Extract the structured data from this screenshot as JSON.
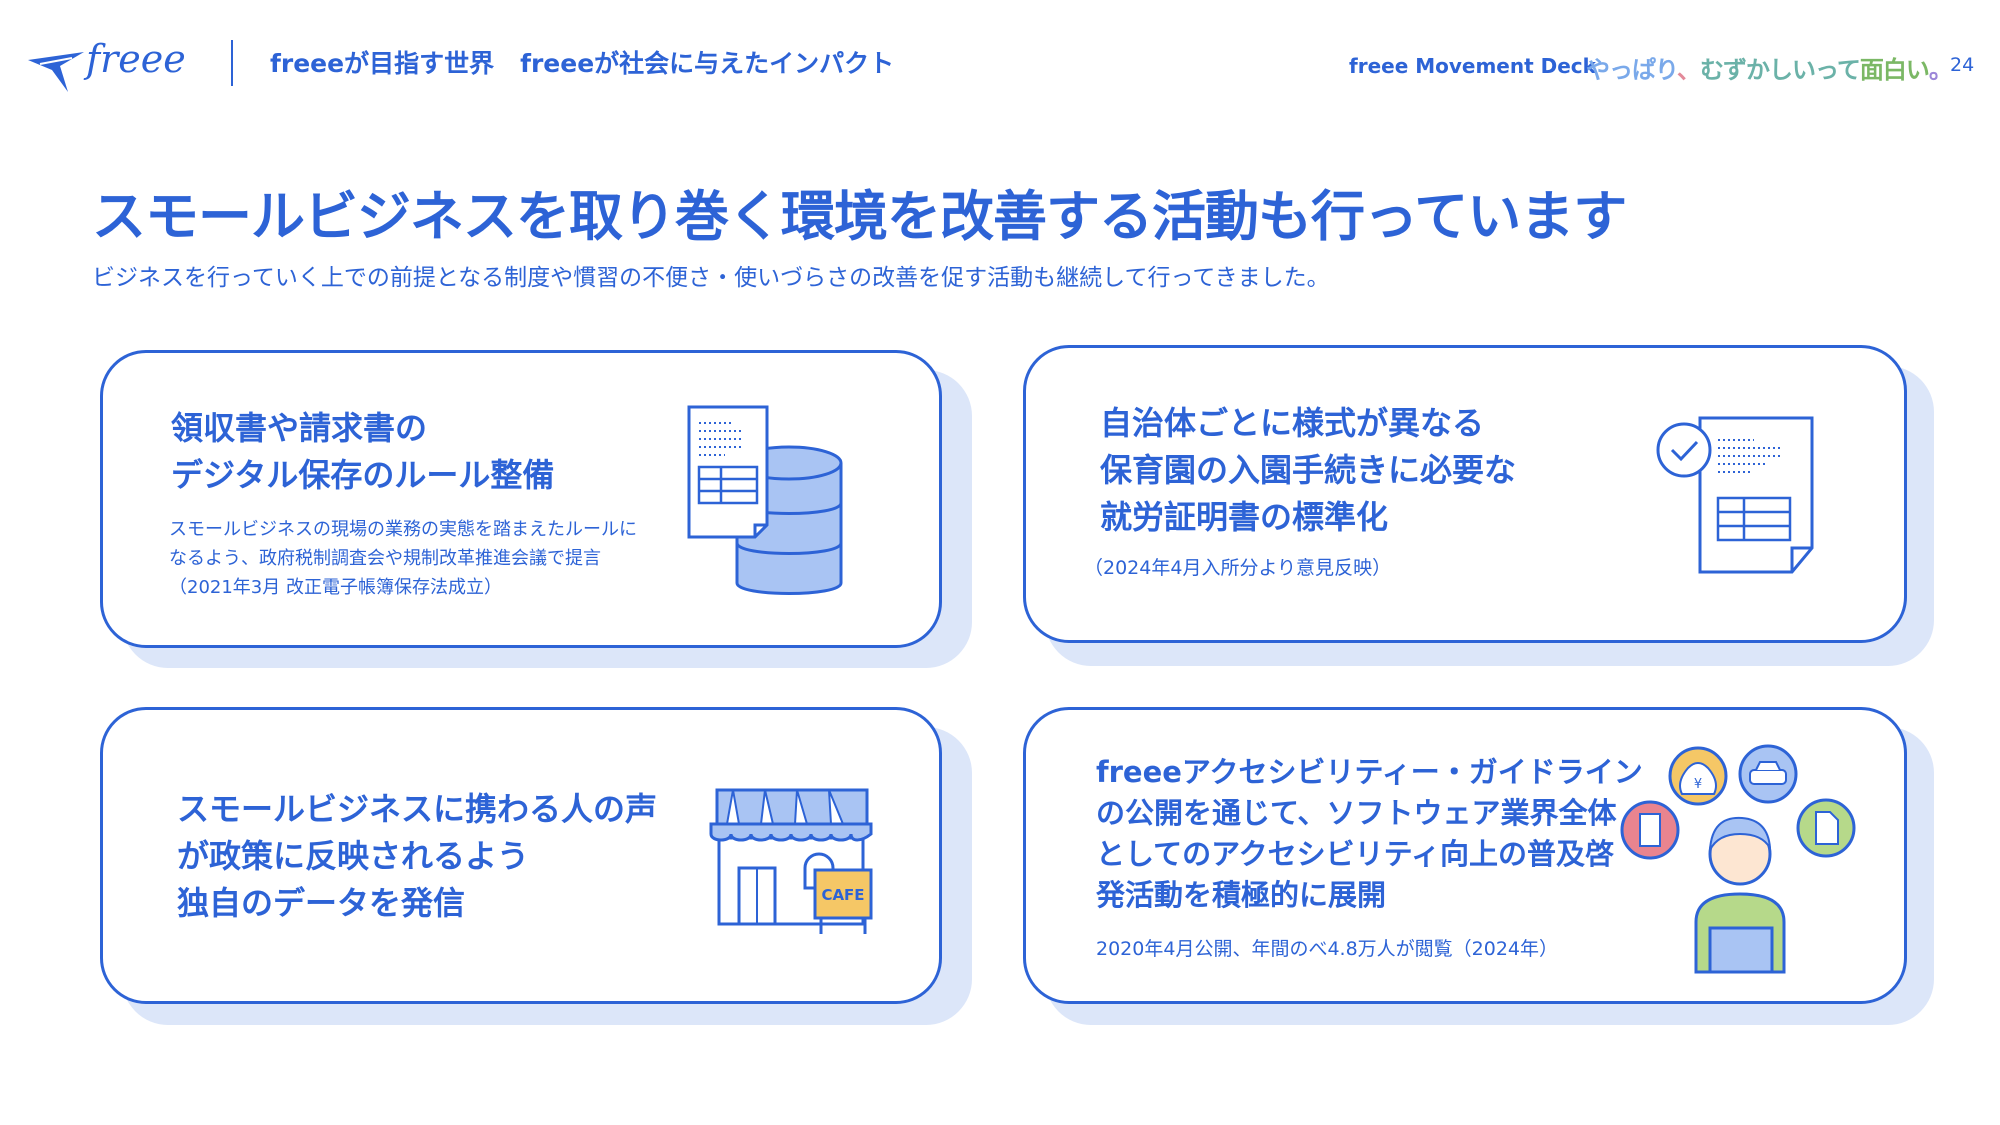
{
  "header": {
    "logo_text": "freee",
    "breadcrumb": [
      "freeeが目指す世界",
      "freeeが社会に与えたインパクト"
    ],
    "deck_name": "freee Movement Deck",
    "tagline": [
      "やっぱり",
      "、",
      "むずかしいって",
      "面白い",
      "。"
    ],
    "page_number": "24"
  },
  "main": {
    "title": "スモールビジネスを取り巻く環境を改善する活動も行っています",
    "subtitle": "ビジネスを行っていく上での前提となる制度や慣習の不便さ・使いづらさの改善を促す活動も継続して行ってきました。"
  },
  "cards": [
    {
      "title_lines": [
        "領収書や請求書の",
        "デジタル保存のルール整備"
      ],
      "body_lines": [
        "スモールビジネスの現場の業務の実態を踏まえたルールに",
        "なるよう、政府税制調査会や規制改革推進会議で提言",
        "（2021年3月 改正電子帳簿保存法成立）"
      ],
      "icon": "document-database-icon"
    },
    {
      "title_lines": [
        "自治体ごとに様式が異なる",
        "保育園の入園手続きに必要な",
        "就労証明書の標準化"
      ],
      "body_lines": [
        "（2024年4月入所分より意見反映）"
      ],
      "icon": "checked-document-icon"
    },
    {
      "title_lines": [
        "スモールビジネスに携わる人の声",
        "が政策に反映されるよう",
        "独自のデータを発信"
      ],
      "body_lines": [],
      "icon": "cafe-storefront-icon",
      "icon_text": "CAFE"
    },
    {
      "title_lines": [
        "freeeアクセシビリティー・ガイドライン",
        "の公開を通じて、ソフトウェア業界全体",
        "としてのアクセシビリティ向上の普及啓",
        "発活動を積極的に展開"
      ],
      "body_lines": [
        "2020年4月公開、年間のべ4.8万人が閲覧（2024年）"
      ],
      "icon": "person-with-icons-icon",
      "icon_text": "¥"
    }
  ],
  "colors": {
    "brand_blue": "#2d63d6",
    "shadow": "#dce6f9",
    "icon_fill": "#a9c4f3"
  }
}
